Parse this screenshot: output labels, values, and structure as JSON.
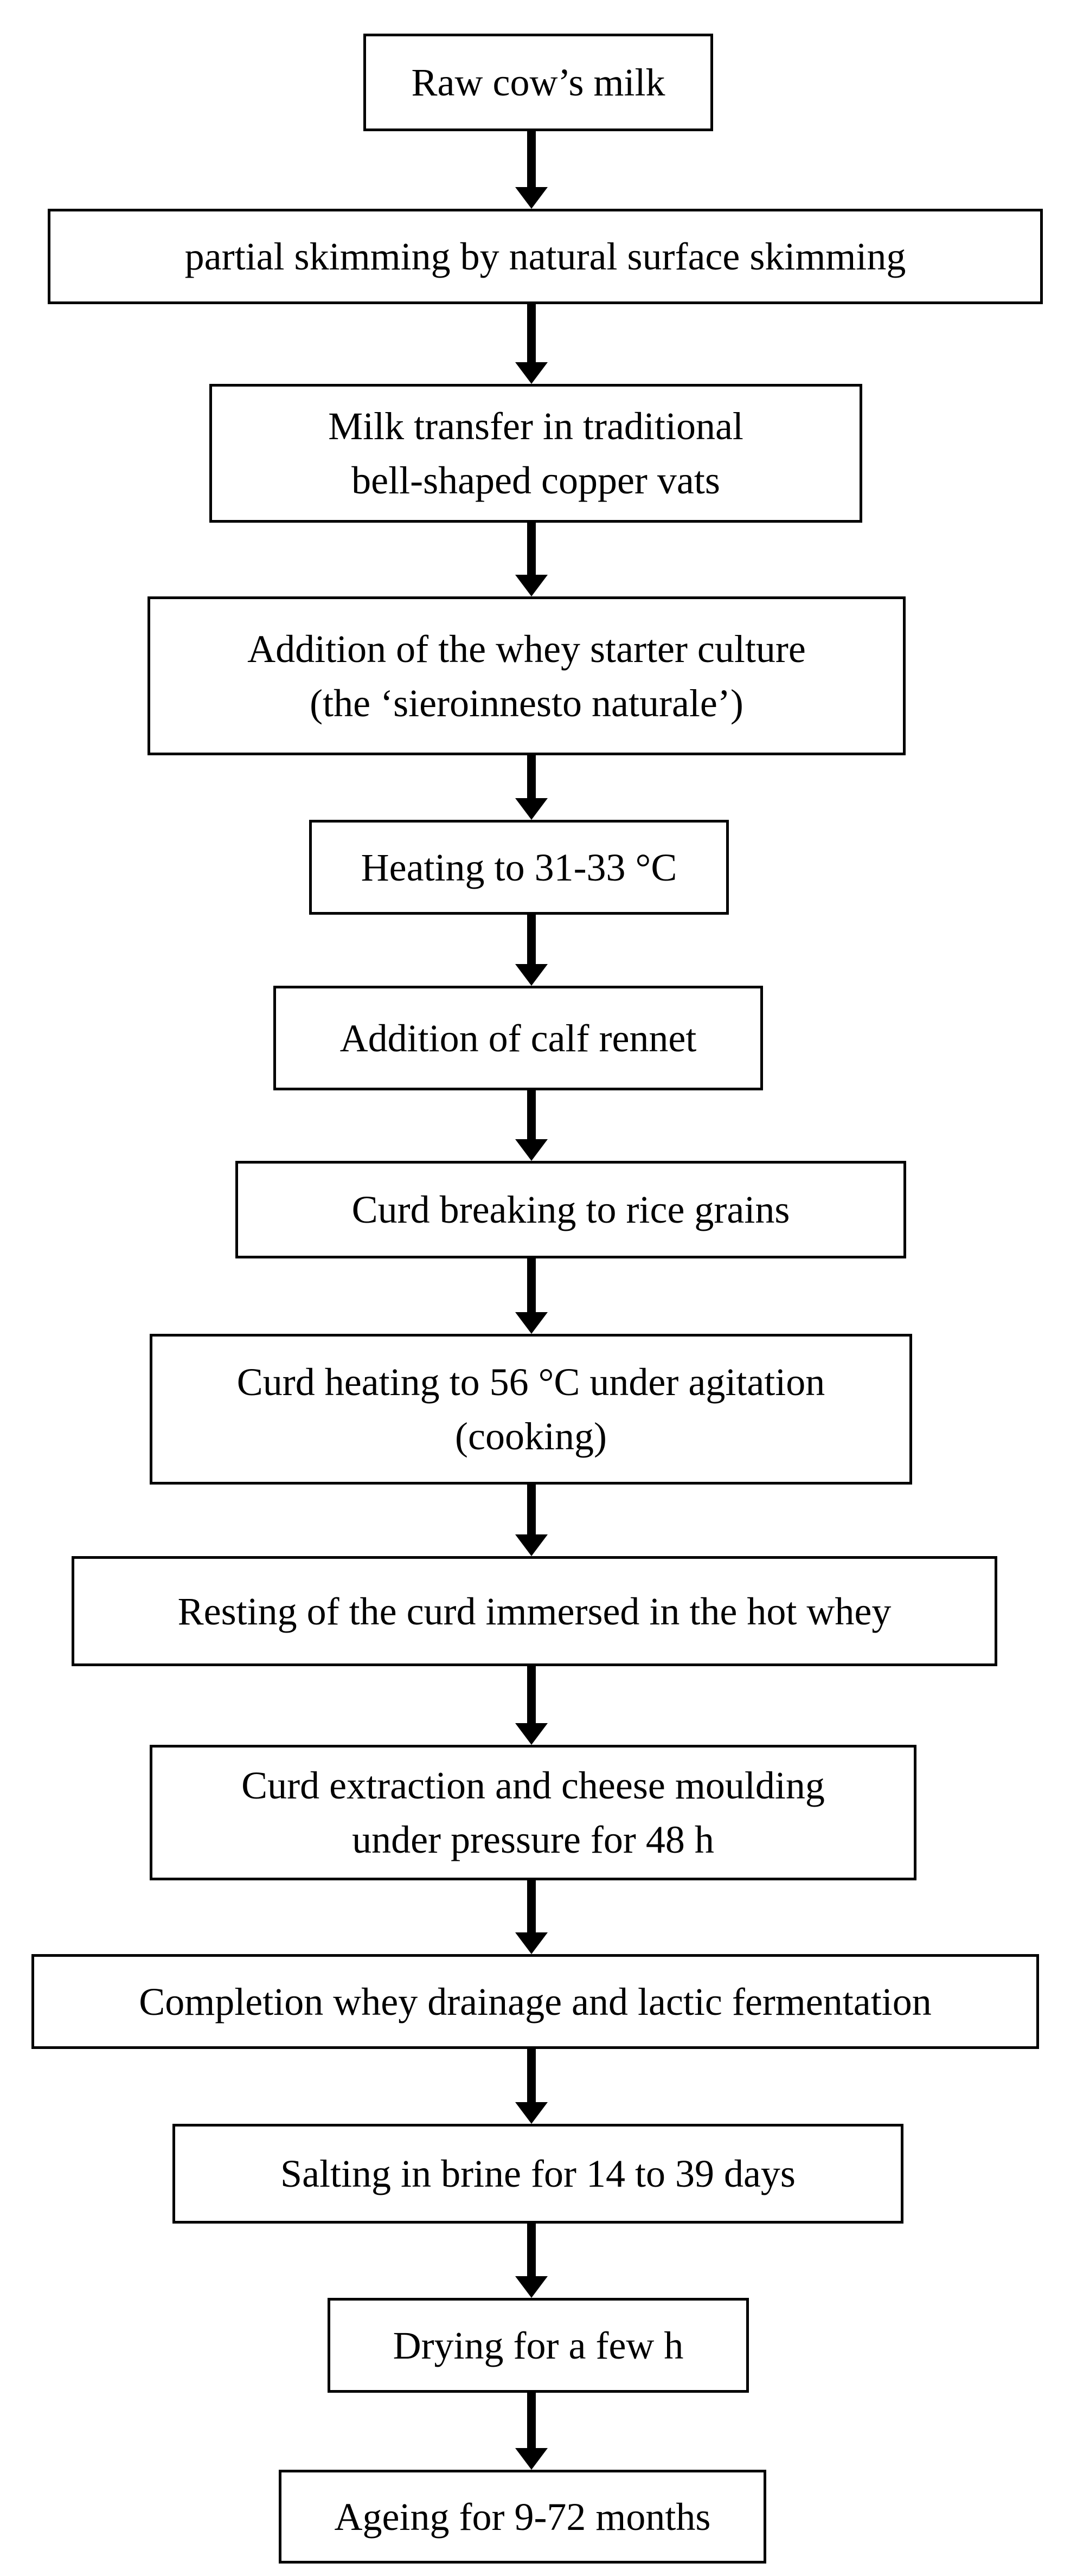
{
  "colors": {
    "stroke": "#000000",
    "background": "#ffffff"
  },
  "steps": [
    {
      "text": "Raw cow’s milk"
    },
    {
      "text": "partial skimming by natural surface skimming"
    },
    {
      "text": "Milk transfer in traditional\nbell-shaped copper vats"
    },
    {
      "text": "Addition of the whey starter culture\n(the ‘sieroinnesto naturale’)"
    },
    {
      "text": "Heating to 31-33 °C"
    },
    {
      "text": "Addition of calf rennet"
    },
    {
      "text": "Curd breaking to rice grains"
    },
    {
      "text": "Curd heating to 56 °C under agitation\n(cooking)"
    },
    {
      "text": "Resting of the curd immersed in the hot whey"
    },
    {
      "text": "Curd extraction and cheese moulding\nunder pressure for 48 h"
    },
    {
      "text": "Completion whey drainage and lactic fermentation"
    },
    {
      "text": "Salting in brine for 14 to 39 days"
    },
    {
      "text": "Drying for a few h"
    },
    {
      "text": "Ageing for 9-72 months"
    }
  ]
}
